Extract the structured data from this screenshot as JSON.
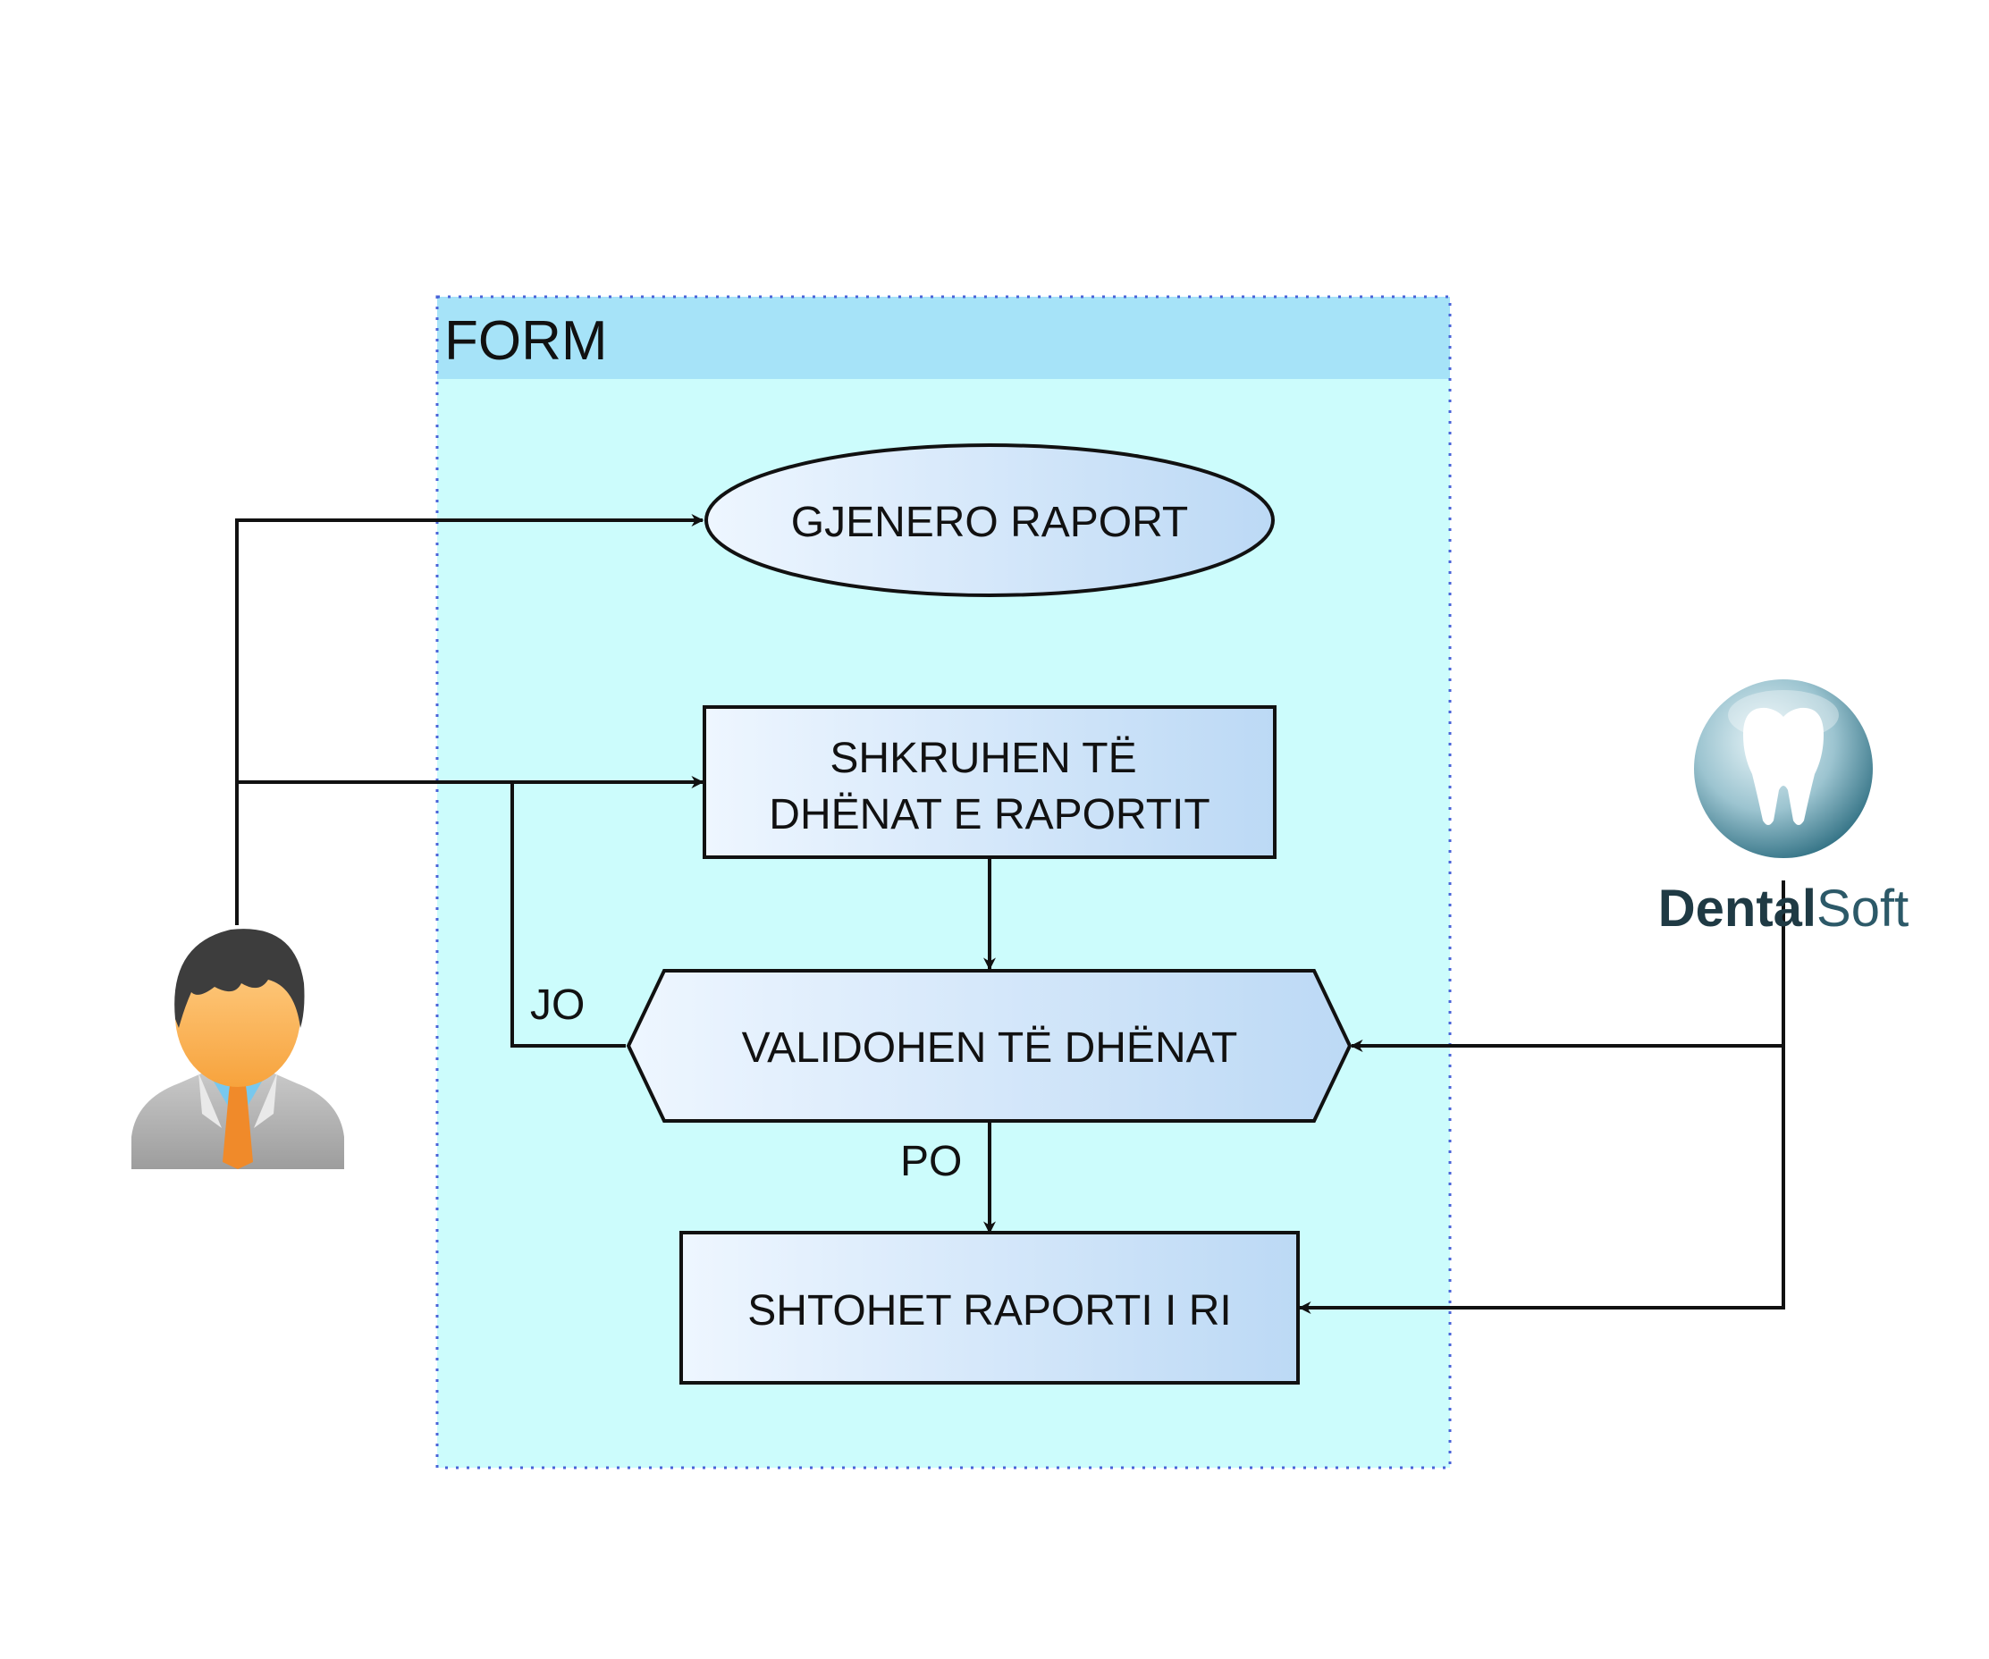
{
  "container": {
    "title": "FORM"
  },
  "nodes": {
    "generate_report": "GJENERO RAPORT",
    "enter_data_line1": "SHKRUHEN TË",
    "enter_data_line2": "DHËNAT E RAPORTIT",
    "validate_data": "VALIDOHEN TË DHËNAT",
    "add_report": "SHTOHET RAPORTI I RI"
  },
  "edge_labels": {
    "no": "JO",
    "yes": "PO"
  },
  "logo": {
    "brand_bold": "Dental",
    "brand_light": "Soft",
    "icon": "tooth-icon"
  },
  "actor": {
    "icon": "user-icon"
  },
  "colors": {
    "container_fill": "#ccfcfc",
    "container_header": "#a6e3f8",
    "container_border": "#4a63d8",
    "node_gradient_start": "#eef6ff",
    "node_gradient_end": "#bcd9f5",
    "edge": "#111111"
  }
}
